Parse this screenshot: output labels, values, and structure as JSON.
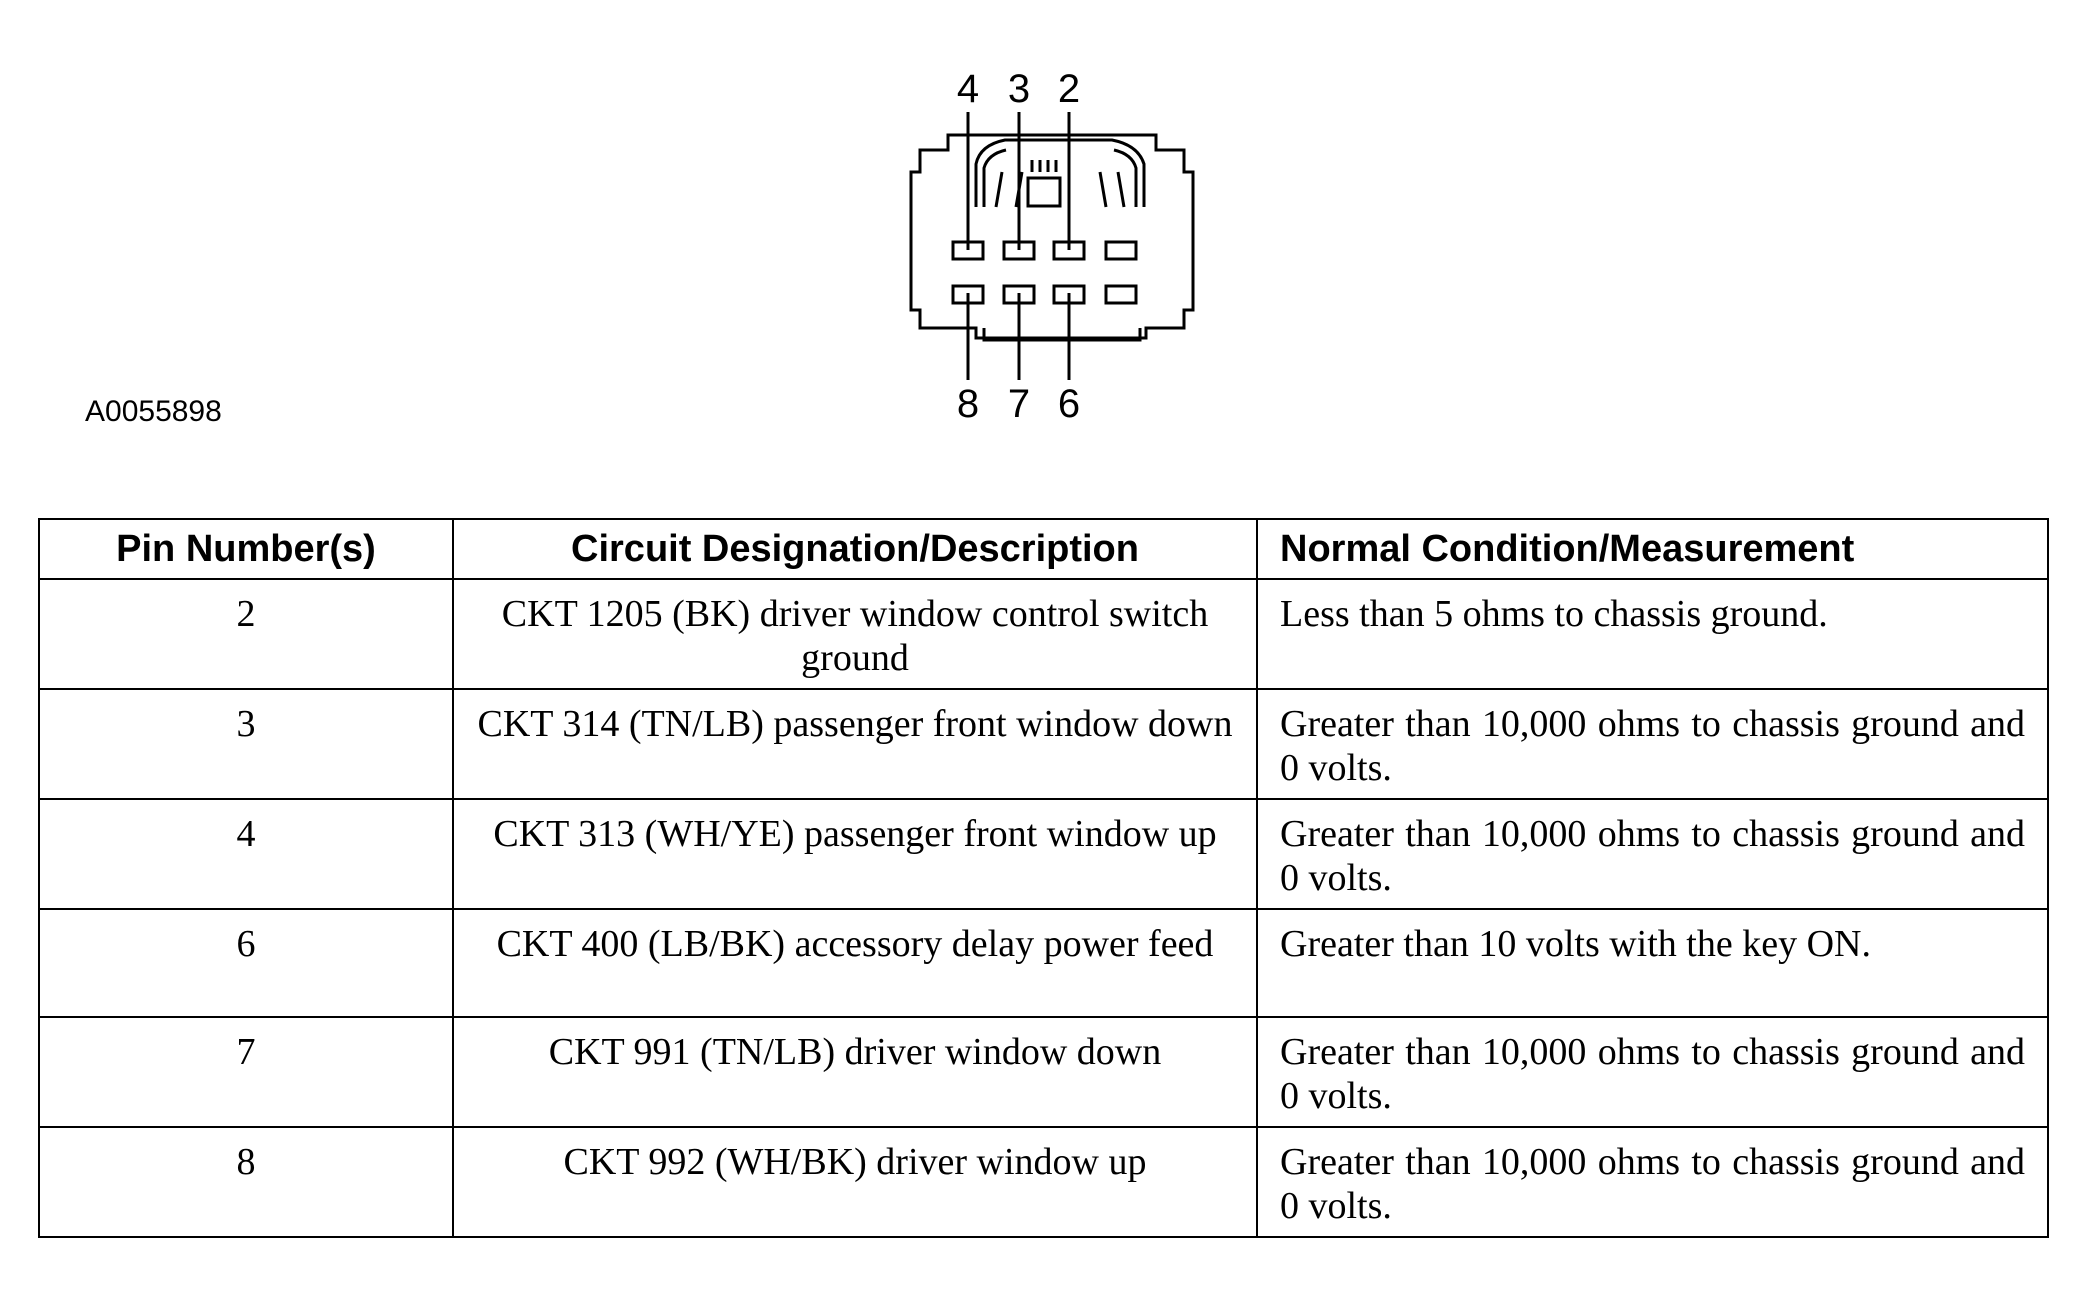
{
  "figure_id": "A0055898",
  "connector": {
    "top_pin_labels": [
      "4",
      "3",
      "2"
    ],
    "bottom_pin_labels": [
      "8",
      "7",
      "6"
    ]
  },
  "table": {
    "headers": [
      "Pin Number(s)",
      "Circuit Designation/Description",
      "Normal Condition/Measurement"
    ],
    "rows": [
      {
        "pin": "2",
        "circuit": "CKT 1205 (BK) driver window control switch ground",
        "measurement": "Less than 5 ohms to chassis ground."
      },
      {
        "pin": "3",
        "circuit": "CKT 314 (TN/LB) passenger front window down",
        "measurement": "Greater than 10,000 ohms to chassis ground and 0 volts."
      },
      {
        "pin": "4",
        "circuit": "CKT 313 (WH/YE) passenger front window up",
        "measurement": "Greater than 10,000 ohms to chassis ground and 0 volts."
      },
      {
        "pin": "6",
        "circuit": "CKT 400 (LB/BK) accessory delay power feed",
        "measurement": "Greater than 10 volts with the key ON."
      },
      {
        "pin": "7",
        "circuit": "CKT 991 (TN/LB) driver window down",
        "measurement": "Greater than 10,000 ohms to chassis ground and 0 volts."
      },
      {
        "pin": "8",
        "circuit": "CKT 992 (WH/BK) driver window up",
        "measurement": "Greater than 10,000 ohms to chassis ground and 0 volts."
      }
    ]
  }
}
